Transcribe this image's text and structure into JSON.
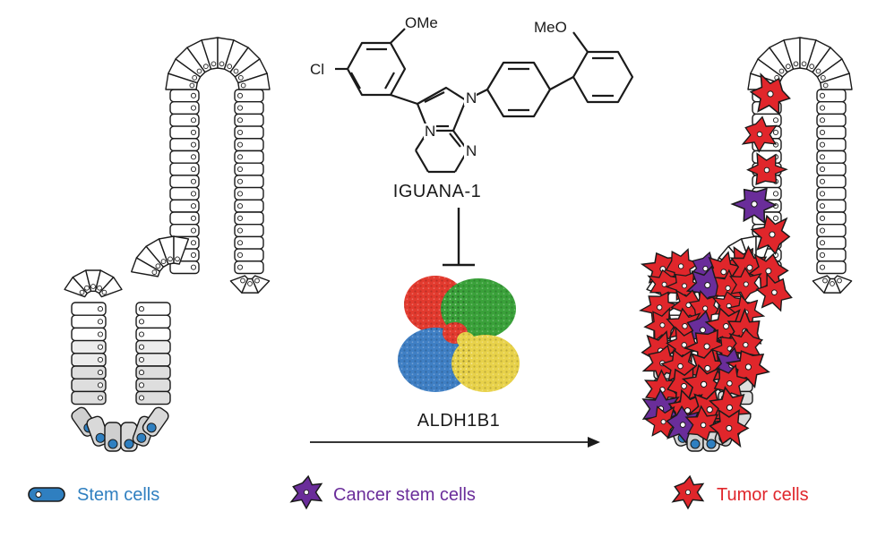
{
  "compound": {
    "name": "IGUANA-1",
    "atoms": {
      "cl": "Cl",
      "ome_left": "OMe",
      "ome_right": "MeO",
      "n_top": "N",
      "n_ring": "N",
      "n_bottom": "N"
    }
  },
  "target": {
    "name": "ALDH1B1"
  },
  "legend": {
    "stem": "Stem cells",
    "cancer_stem": "Cancer stem cells",
    "tumor": "Tumor cells"
  },
  "colors": {
    "stem": "#2f7fc0",
    "cancer_stem": "#6a2d9a",
    "tumor": "#e0262b",
    "protein_red": "#e23a2e",
    "protein_green": "#3aa13a",
    "protein_blue": "#3f7fc4",
    "protein_yellow": "#e8d24a"
  }
}
